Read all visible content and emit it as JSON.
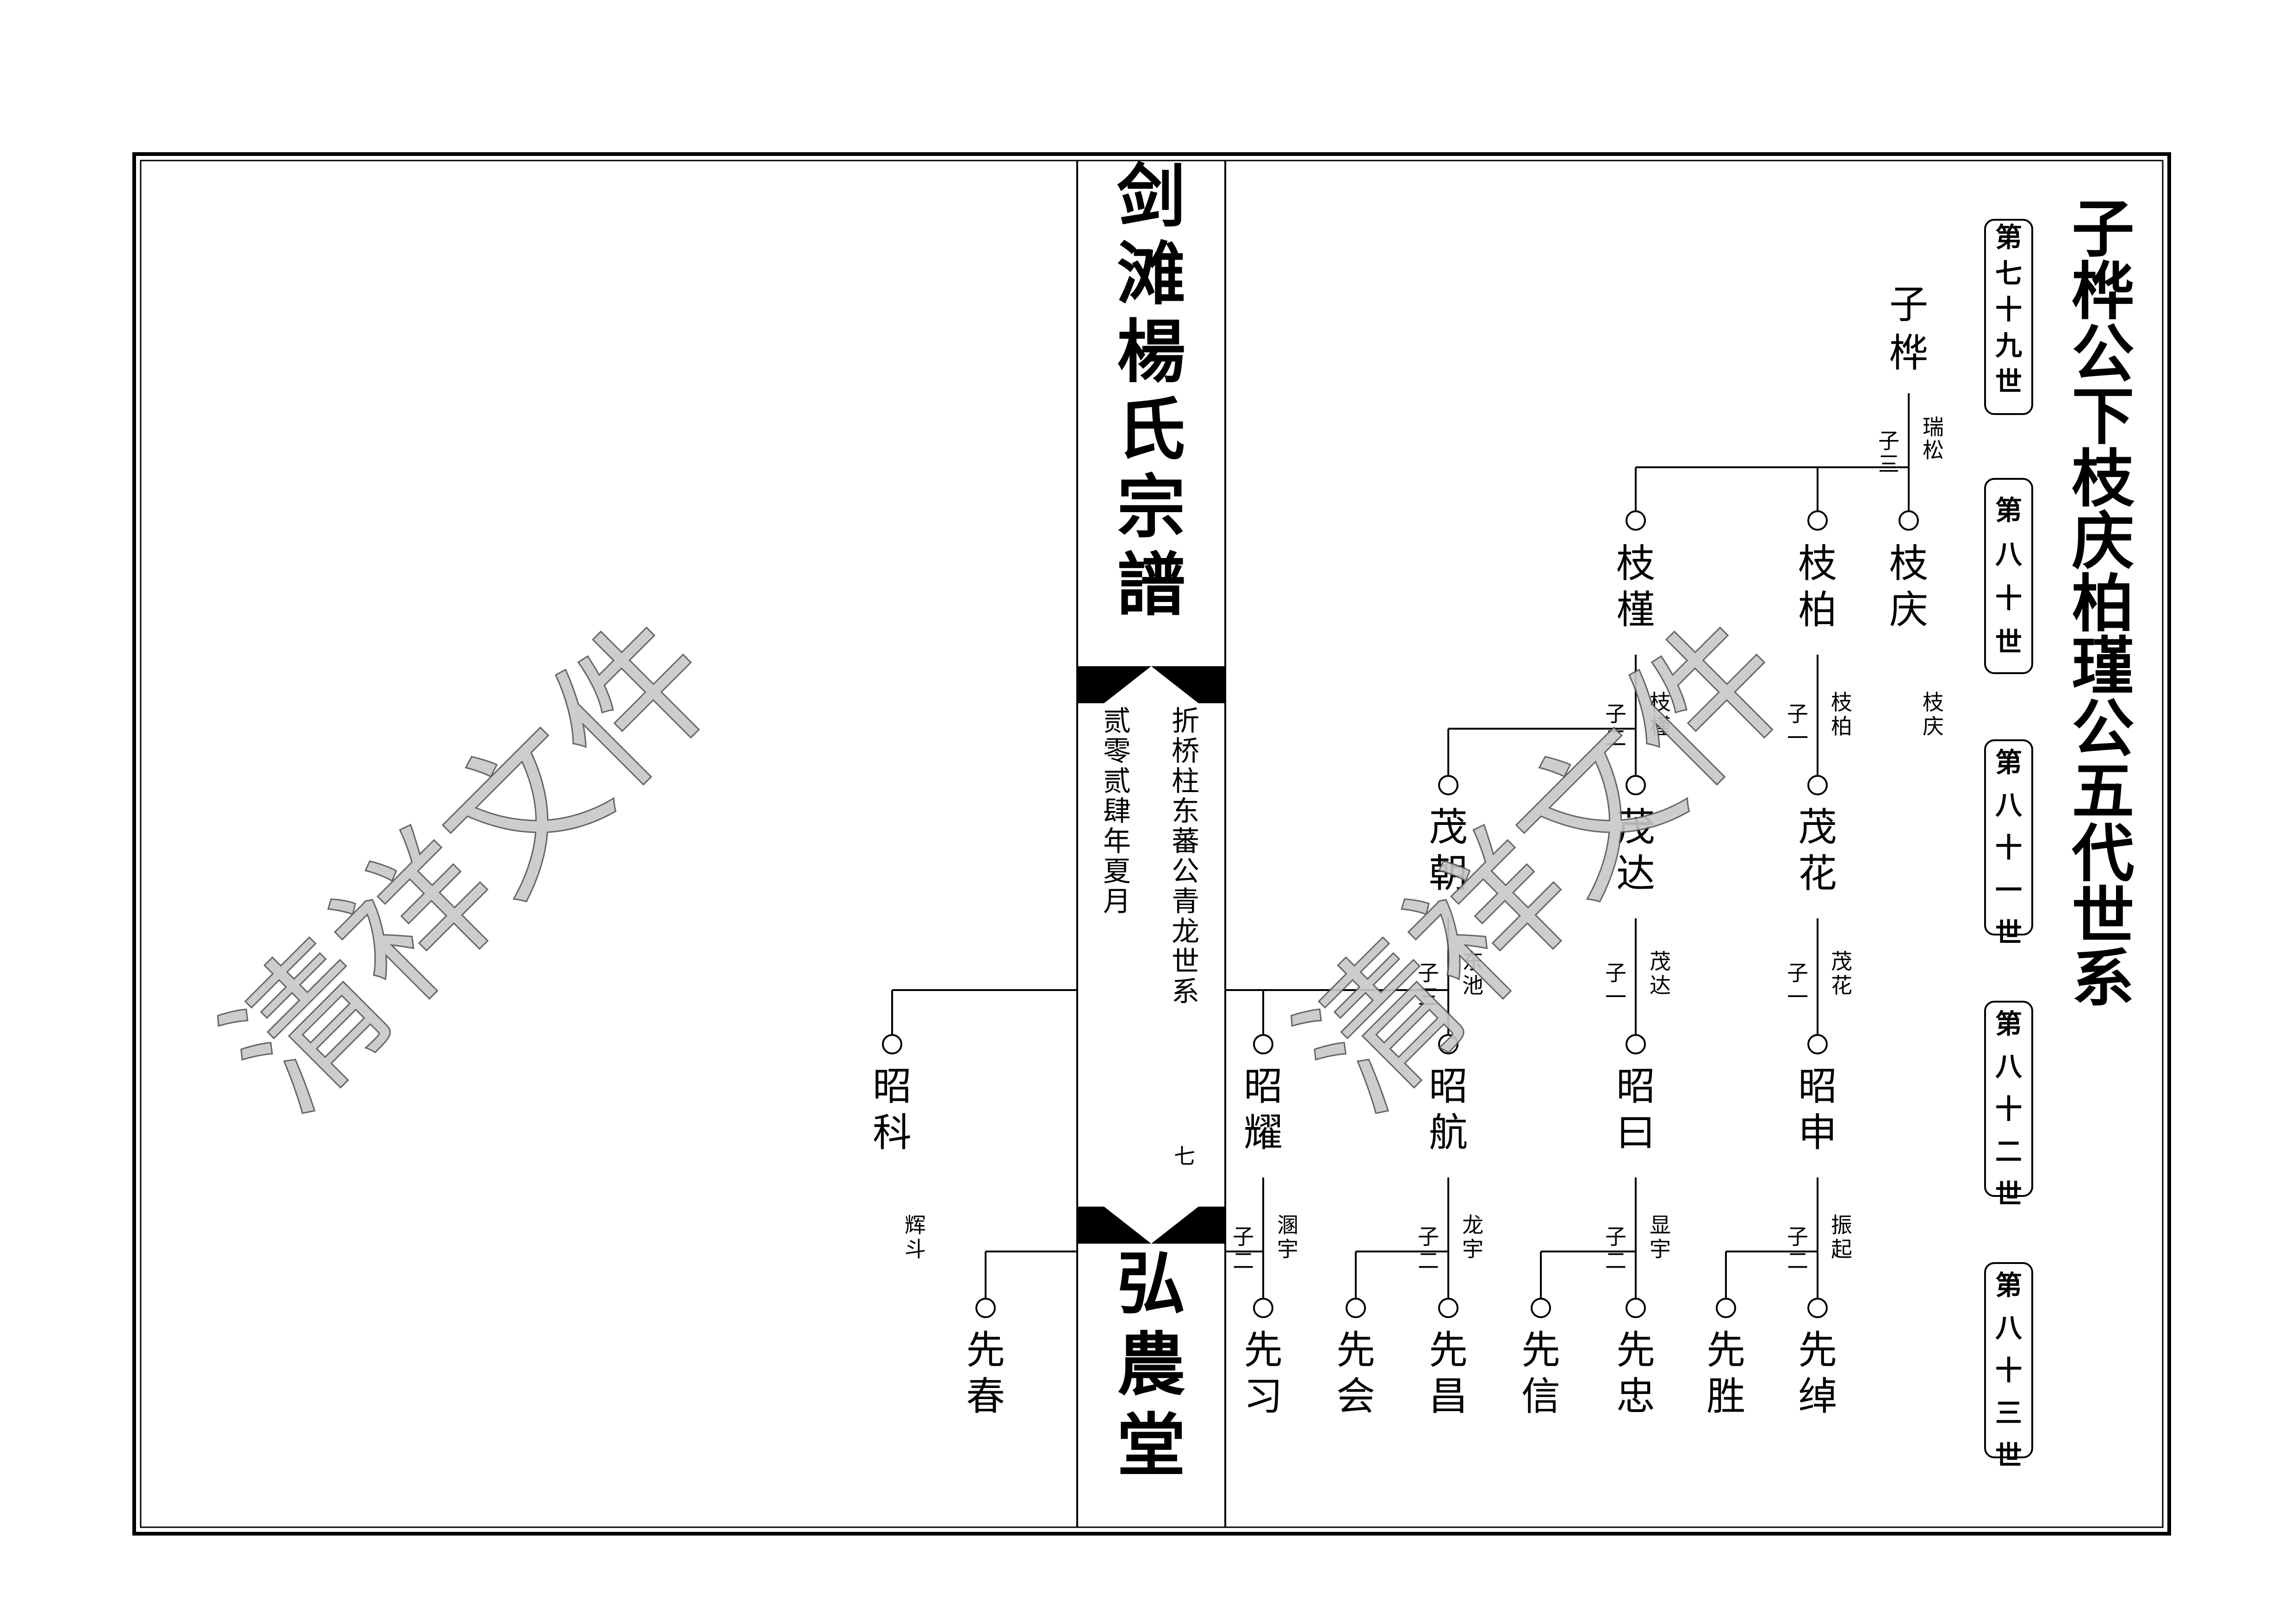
{
  "page_title": "子桦公下枝庆柏瑾公五代世系",
  "spine": {
    "top": "剑滩楊氏宗譜",
    "bottom": "弘農堂",
    "subtitle": "折桥柱东蕃公青龙世系",
    "date": "贰零贰肆年夏月",
    "page_number": "七"
  },
  "generations": [
    "第七十九世",
    "第八十世",
    "第八十一世",
    "第八十二世",
    "第八十三世"
  ],
  "watermark": "清祥文件",
  "people": {
    "zihua": "子桦",
    "zhiqing": "枝庆",
    "zhibai": "枝柏",
    "zhijin": "枝槿",
    "maohua": "茂花",
    "maoda": "茂达",
    "maochao": "茂朝",
    "zhaoshen": "昭申",
    "zhaoyue": "昭曰",
    "zhaohang": "昭航",
    "zhaoyao": "昭耀",
    "zhaoke": "昭科",
    "xianchuo": "先绰",
    "xiansheng": "先胜",
    "xianzhong": "先忠",
    "xianxin": "先信",
    "xianchang": "先昌",
    "xianhui": "先会",
    "xianxi": "先习",
    "xianchun": "先春"
  },
  "annotations": {
    "zihua": {
      "count": "子三",
      "zi": "瑞松"
    },
    "zhiqing": {
      "zi": "枝庆"
    },
    "zhibai": {
      "count": "子一",
      "zi": "枝柏"
    },
    "zhijin": {
      "count": "子二",
      "zi": "枝槿"
    },
    "maohua": {
      "count": "子一",
      "zi": "茂花"
    },
    "maoda": {
      "count": "子一",
      "zi": "茂达"
    },
    "maochao": {
      "count": "子三",
      "zi": "东池"
    },
    "zhaoshen": {
      "count": "子二",
      "zi": "振起"
    },
    "zhaoyue": {
      "count": "子二",
      "zi": "显宇"
    },
    "zhaohang": {
      "count": "子二",
      "zi": "龙宇"
    },
    "zhaoyao": {
      "count": "子二",
      "zi": "溷宇"
    },
    "zhaoke": {
      "zi": "辉斗"
    }
  }
}
